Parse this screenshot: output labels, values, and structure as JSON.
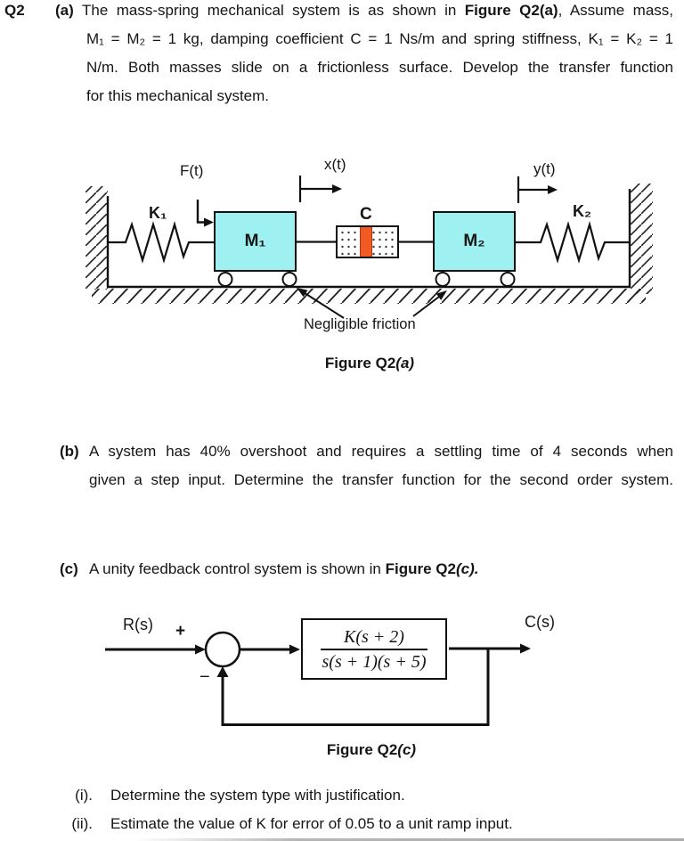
{
  "colors": {
    "mass_fill": "#9ff0f0",
    "damper_bar": "#f15a22",
    "ink": "#151515"
  },
  "question": {
    "number": "Q2"
  },
  "part_a": {
    "label": "(a)",
    "line1_pre": "The mass-spring mechanical system is as shown in ",
    "line1_bold": "Figure Q2(a)",
    "line1_post": ", Assume mass,",
    "line2": "M₁ = M₂ = 1 kg, damping coefficient C = 1 Ns/m and spring stiffness, K₁ = K₂ = 1",
    "line3": "N/m. Both masses slide on a frictionless surface. Develop the transfer function",
    "line4": "for this mechanical system."
  },
  "figure_a": {
    "force_label": "F(t)",
    "x_label": "x(t)",
    "y_label": "y(t)",
    "spring1_label": "K₁",
    "spring2_label": "K₂",
    "mass1_label": "M₁",
    "mass2_label": "M₂",
    "damper_label": "C",
    "friction_note": "Negligible friction",
    "caption_main": "Figure Q2",
    "caption_suffix": "(a)"
  },
  "part_b": {
    "label": "(b)",
    "line1": "A system has 40% overshoot and requires a settling time of 4 seconds when",
    "line2": "given a step input. Determine the transfer function for the second order system."
  },
  "part_c": {
    "label": "(c)",
    "line_pre": "A unity feedback control system is shown in ",
    "line_bold": "Figure Q2",
    "line_bold_italic": "(c)."
  },
  "figure_c": {
    "input_label": "R(s)",
    "output_label": "C(s)",
    "plus_sign": "+",
    "minus_sign": "−",
    "tf_numerator": "K(s + 2)",
    "tf_denominator": "s(s + 1)(s + 5)",
    "caption_main": "Figure Q2",
    "caption_suffix": "(c)"
  },
  "subparts": [
    {
      "label": "(i).",
      "text": "Determine the system type with justification."
    },
    {
      "label": "(ii).",
      "text": "Estimate the value of K for error of 0.05 to a unit ramp input."
    }
  ]
}
